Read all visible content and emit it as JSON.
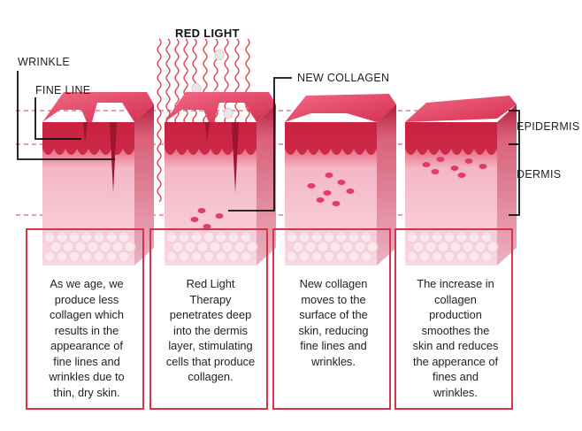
{
  "title": "RED LIGHT",
  "labels": {
    "wrinkle": "WRINKLE",
    "fine_line": "FINE LINE",
    "new_collagen": "NEW COLLAGEN",
    "epidermis": "EPIDERMIS",
    "dermis": "DERMIS"
  },
  "stages": [
    {
      "caption": "As we age, we\nproduce less\ncollagen which\nresults in the\nappearance of\nfine lines and\nwrinkles due to\nthin, dry skin."
    },
    {
      "caption": "Red Light\nTherapy\npenetrates deep\ninto the dermis\nlayer, stimulating\ncells that produce\ncollagen."
    },
    {
      "caption": "New collagen\nmoves to the\nsurface of the\nskin, reducing\nfine lines and\nwrinkles."
    },
    {
      "caption": "The increase in\ncollagen\nproduction\nsmoothes the\nskin and reduces\nthe apperance of\nfines and\nwrinkles."
    }
  ],
  "colors": {
    "frame": "#d6344f",
    "dashed": "#e0607a",
    "epidermis": "#c8213f",
    "dermis": "#f1b5c4",
    "fat": "#fbe6ec",
    "collagen": "#e23c63",
    "light": "#e0283c"
  }
}
